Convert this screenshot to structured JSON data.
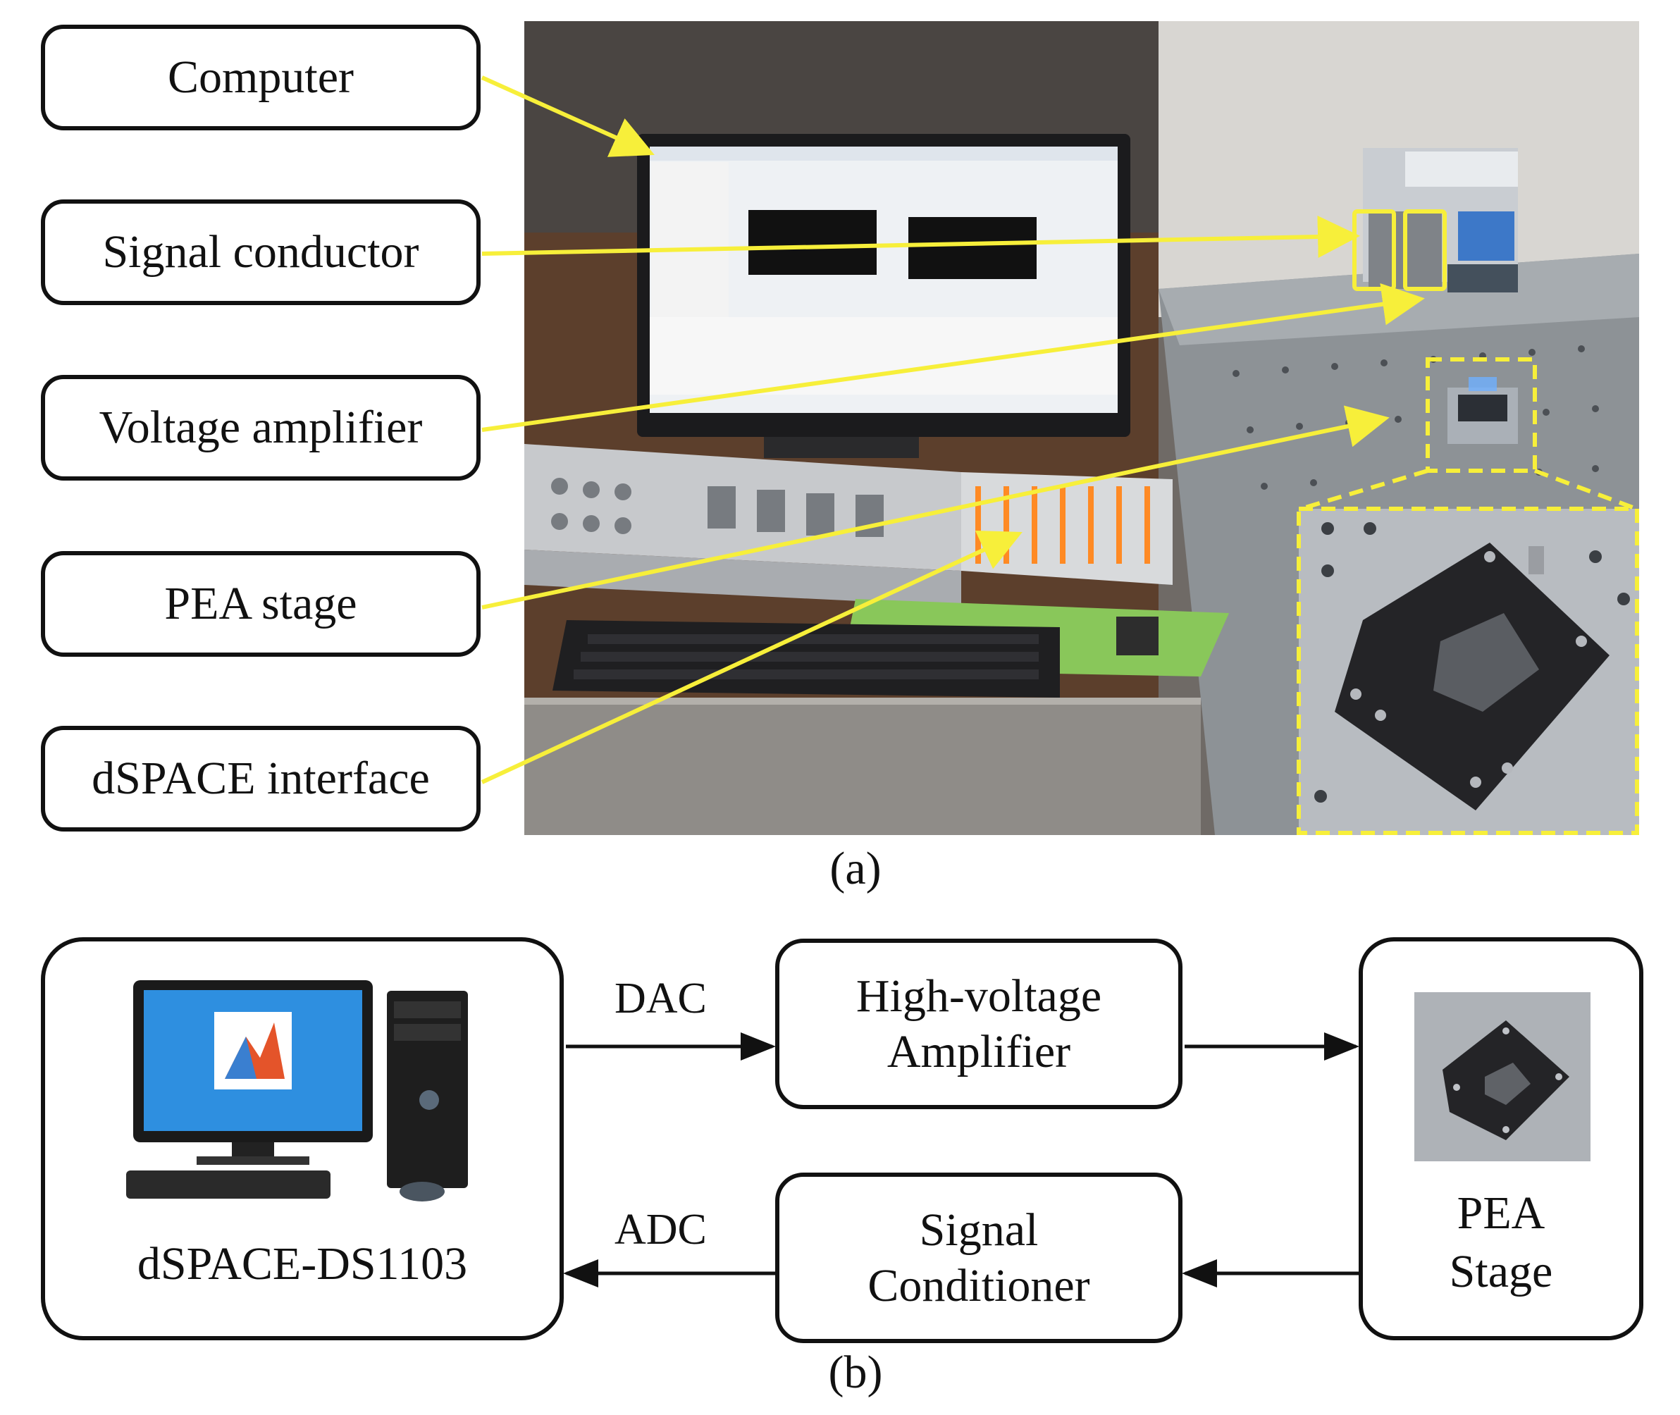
{
  "panel_a": {
    "labels": {
      "computer": "Computer",
      "signal_conductor": "Signal conductor",
      "voltage_amplifier": "Voltage amplifier",
      "pea_stage": "PEA stage",
      "dspace_interface": "dSPACE interface"
    },
    "caption": "(a)",
    "annotation_color": "#f7ef3a"
  },
  "panel_b": {
    "computer_block": {
      "label": "dSPACE-DS1103"
    },
    "amplifier_block": {
      "line1": "High-voltage",
      "line2": "Amplifier"
    },
    "conditioner_block": {
      "line1": "Signal",
      "line2": "Conditioner"
    },
    "stage_block": {
      "line1": "PEA",
      "line2": "Stage"
    },
    "dac_label": "DAC",
    "adc_label": "ADC",
    "caption": "(b)"
  }
}
